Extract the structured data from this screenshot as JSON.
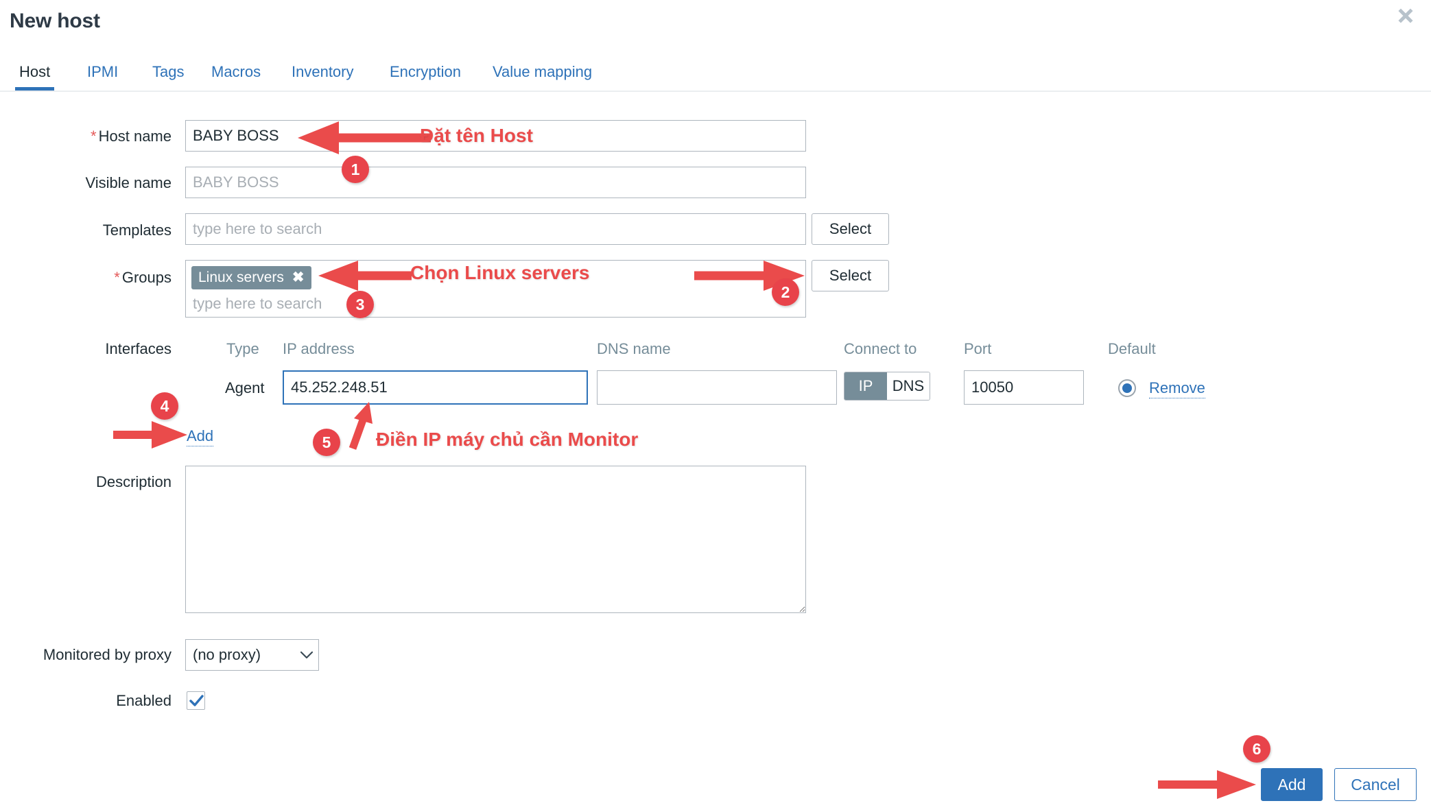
{
  "dialog": {
    "title": "New host",
    "close_icon": "close-icon"
  },
  "tabs": [
    {
      "label": "Host",
      "active": true
    },
    {
      "label": "IPMI",
      "active": false
    },
    {
      "label": "Tags",
      "active": false
    },
    {
      "label": "Macros",
      "active": false
    },
    {
      "label": "Inventory",
      "active": false
    },
    {
      "label": "Encryption",
      "active": false
    },
    {
      "label": "Value mapping",
      "active": false
    }
  ],
  "form": {
    "host_name": {
      "label": "Host name",
      "required_marker": "*",
      "value": "BABY BOSS"
    },
    "visible_name": {
      "label": "Visible name",
      "placeholder": "BABY BOSS",
      "value": ""
    },
    "templates": {
      "label": "Templates",
      "placeholder": "type here to search",
      "select_label": "Select"
    },
    "groups": {
      "label": "Groups",
      "required_marker": "*",
      "chips": [
        {
          "label": "Linux servers",
          "remove_icon": "close-icon"
        }
      ],
      "placeholder": "type here to search",
      "select_label": "Select"
    },
    "interfaces": {
      "label": "Interfaces",
      "columns": [
        "Type",
        "IP address",
        "DNS name",
        "Connect to",
        "Port",
        "Default"
      ],
      "rows": [
        {
          "type": "Agent",
          "ip_address": "45.252.248.51",
          "dns_name": "",
          "connect_to": {
            "options": [
              "IP",
              "DNS"
            ],
            "selected": "IP"
          },
          "port": "10050",
          "default_selected": true,
          "remove_label": "Remove"
        }
      ],
      "add_label": "Add"
    },
    "description": {
      "label": "Description",
      "value": ""
    },
    "monitored_by_proxy": {
      "label": "Monitored by proxy",
      "selected": "(no proxy)"
    },
    "enabled": {
      "label": "Enabled",
      "checked": true
    }
  },
  "footer": {
    "add_label": "Add",
    "cancel_label": "Cancel"
  },
  "annotations": {
    "colors": {
      "red": "#ea4b4b",
      "badge": "#e8434a"
    },
    "items": [
      {
        "badge": "1",
        "text": "Đặt tên Host"
      },
      {
        "badge": "2",
        "text": ""
      },
      {
        "badge": "3",
        "text": "Chọn Linux servers"
      },
      {
        "badge": "4",
        "text": ""
      },
      {
        "badge": "5",
        "text": "Điền IP máy chủ cần Monitor"
      },
      {
        "badge": "6",
        "text": ""
      }
    ]
  }
}
